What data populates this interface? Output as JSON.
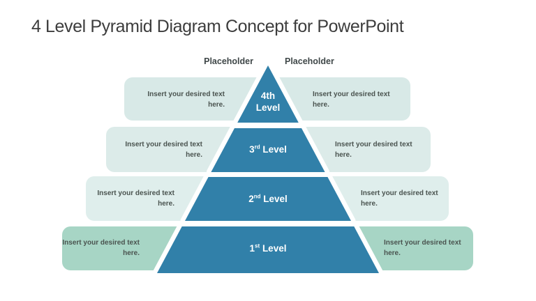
{
  "title": "4 Level Pyramid Diagram Concept for PowerPoint",
  "placeholders": {
    "left": "Placeholder",
    "right": "Placeholder"
  },
  "colors": {
    "pyramid_blue": "#3180a9",
    "band_light_teal_top": "#d8e9e7",
    "band_light_teal_mid": "#dcebe9",
    "band_light_teal_low": "#dfeeec",
    "band_green_bottom": "#a7d5c5",
    "side_text": "#4a534f",
    "title_text": "#3d3d3d",
    "level_label_text": "#ffffff"
  },
  "levels": [
    {
      "name": "4th Level",
      "ordinal": "4th",
      "ordinal_suffix": "",
      "label_rest": "Level",
      "left_text": "Insert your desired text here.",
      "right_text": "Insert your desired text here."
    },
    {
      "name": "3rd Level",
      "ordinal": "3",
      "ordinal_suffix": "rd",
      "label_rest": "Level",
      "left_text": "Insert your desired text here.",
      "right_text": "Insert your desired text here."
    },
    {
      "name": "2nd Level",
      "ordinal": "2",
      "ordinal_suffix": "nd",
      "label_rest": "Level",
      "left_text": "Insert your desired text here.",
      "right_text": "Insert your desired text here."
    },
    {
      "name": "1st Level",
      "ordinal": "1",
      "ordinal_suffix": "st",
      "label_rest": "Level",
      "left_text": "Insert your desired text here.",
      "right_text": "Insert your desired text here."
    }
  ]
}
